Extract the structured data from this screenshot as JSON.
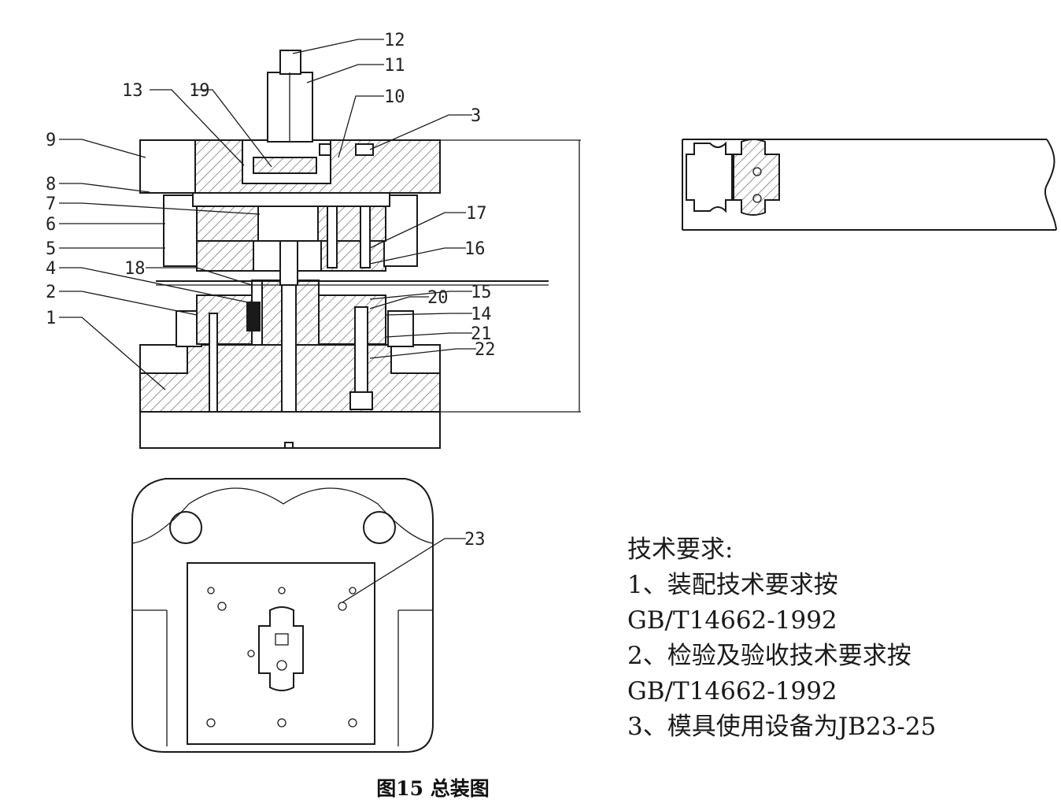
{
  "part_numbers": [
    "1",
    "2",
    "3",
    "4",
    "5",
    "6",
    "7",
    "8",
    "9",
    "10",
    "11",
    "12",
    "13",
    "14",
    "15",
    "16",
    "17",
    "18",
    "19",
    "20",
    "21",
    "22",
    "23"
  ],
  "tech_notes": {
    "title": "技术要求:",
    "item1": "1、装配技术要求按",
    "item1_std": "GB/T14662-1992",
    "item2": "2、检验及验收技术要求按",
    "item2_std": "GB/T14662-1992",
    "item3": "3、模具使用设备为JB23-25"
  },
  "caption": "图15 总装图",
  "colors": {
    "line": "#1a1a1a",
    "background": "#ffffff"
  }
}
